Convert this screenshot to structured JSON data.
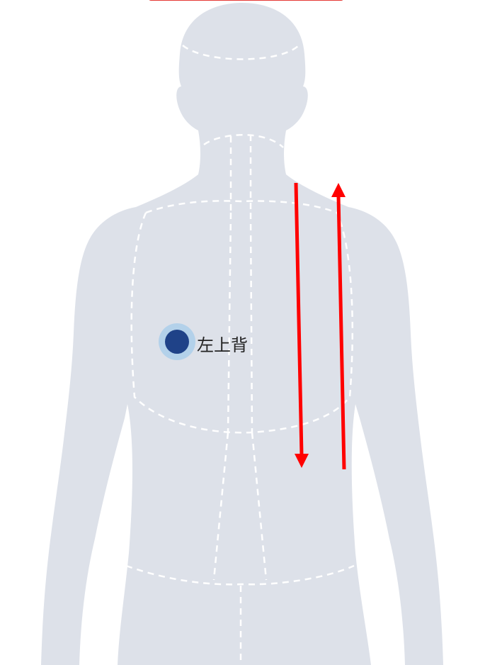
{
  "colors": {
    "background": "#ffffff",
    "body_silhouette": "#dde1e9",
    "region_dashes": "#ffffff",
    "arrows": "#ff0000",
    "marker_fill": "#1f4288",
    "marker_halo": "#a9cdea",
    "top_bar": "#e53935"
  },
  "figure": {
    "view": "back",
    "icon": "human-back-silhouette"
  },
  "marker": {
    "label": "左上背"
  },
  "arrows": [
    {
      "direction": "down",
      "icon": "arrow-down-icon"
    },
    {
      "direction": "up",
      "icon": "arrow-up-icon"
    }
  ]
}
